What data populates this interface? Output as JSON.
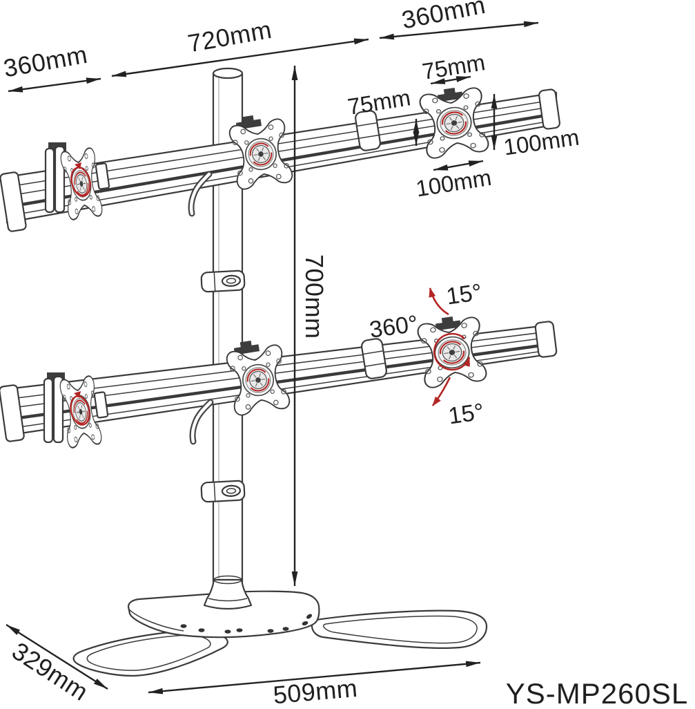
{
  "model": "YS-MP260SL",
  "dimensions": {
    "left_extension": "360mm",
    "crossbar_length": "720mm",
    "right_extension": "360mm",
    "vesa_width_75": "75mm",
    "vesa_height_75": "75mm",
    "vesa_height_100": "100mm",
    "vesa_width_100": "100mm",
    "pole_height": "700mm",
    "base_depth": "329mm",
    "base_width": "509mm"
  },
  "rotation": {
    "swivel": "360°",
    "tilt_up": "15°",
    "tilt_down": "15°"
  },
  "colors": {
    "line": "#3a3a3a",
    "accent": "#b42525",
    "background": "#ffffff"
  }
}
